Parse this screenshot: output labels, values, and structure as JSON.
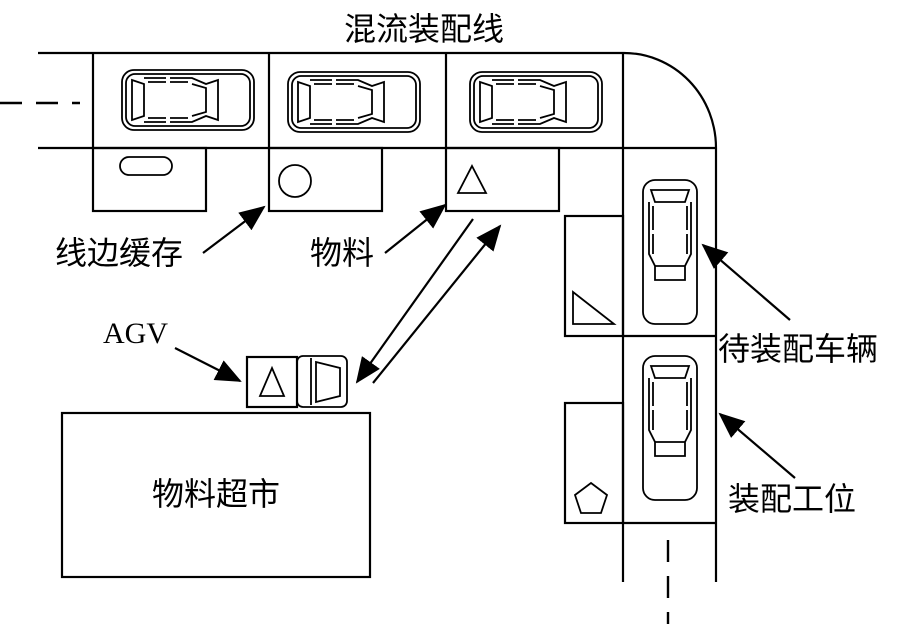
{
  "title": "混流装配线",
  "labels": {
    "line_side_buffer": "线边缓存",
    "material": "物料",
    "agv": "AGV",
    "material_supermarket": "物料超市",
    "vehicle_to_assemble": "待装配车辆",
    "assembly_station": "装配工位"
  },
  "material_shapes": [
    "rounded-rectangle",
    "circle",
    "triangle",
    "right-triangle",
    "pentagon"
  ],
  "colors": {
    "stroke": "#000000",
    "background": "#ffffff"
  }
}
